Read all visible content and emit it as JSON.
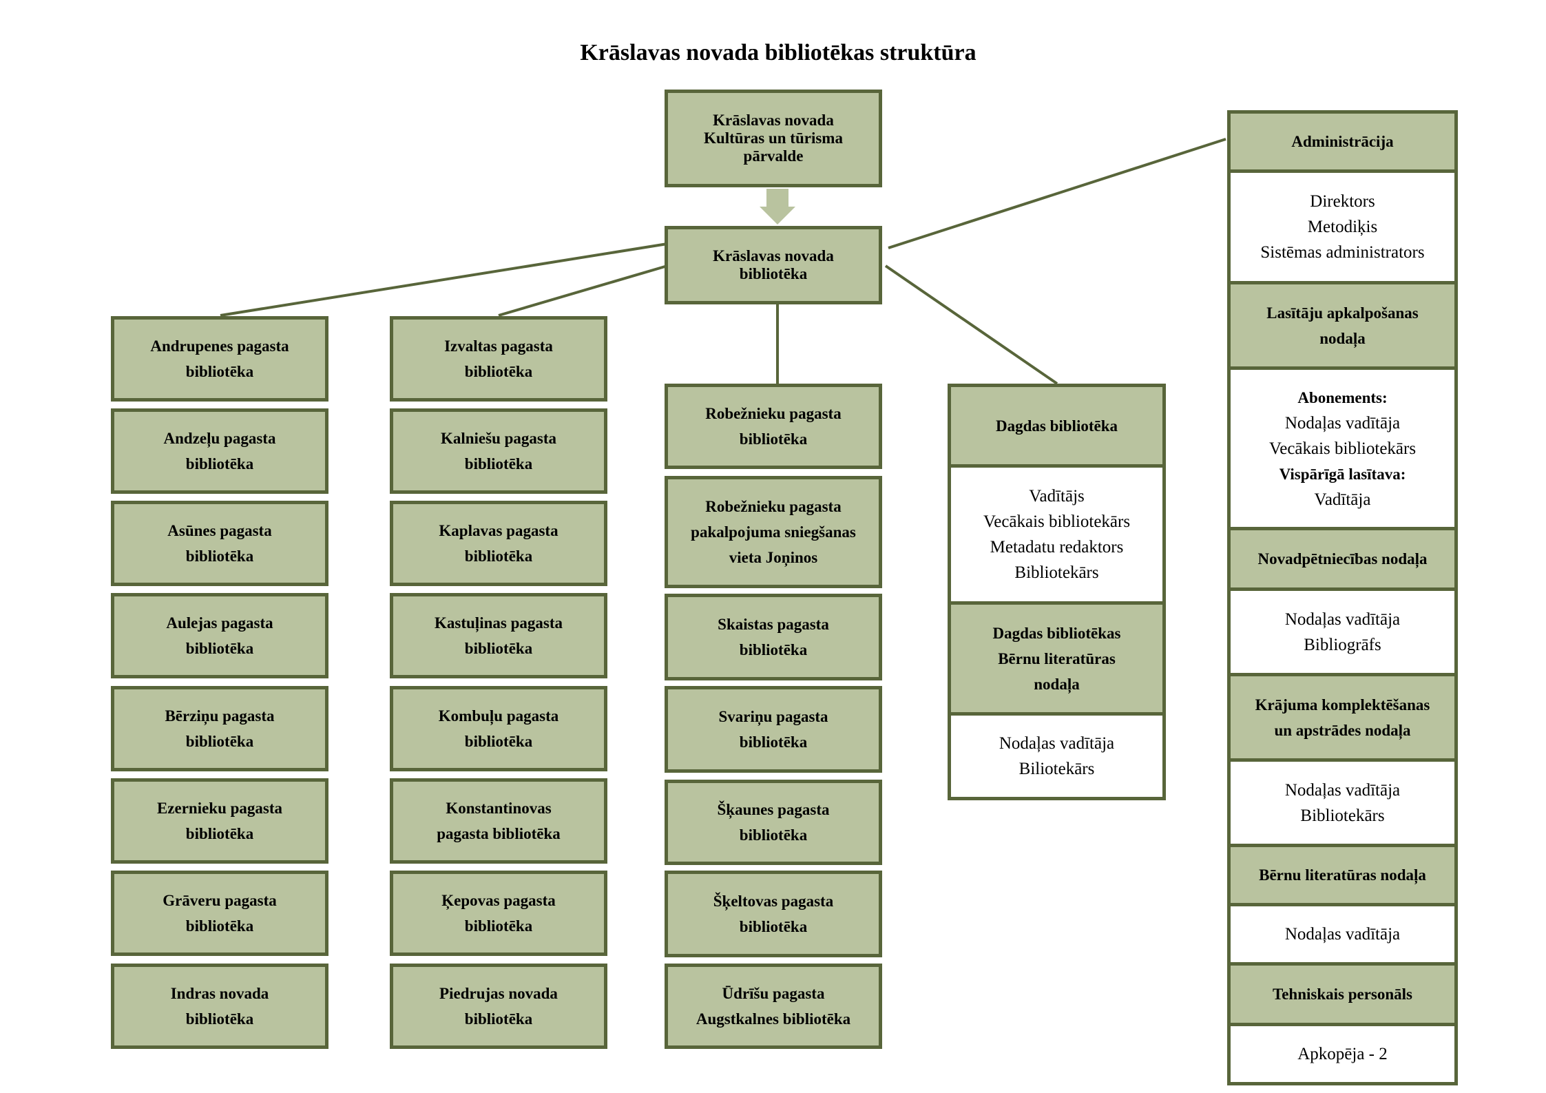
{
  "title": "Krāslavas novada bibliotēkas struktūra",
  "top": {
    "lines": [
      "Krāslavas novada",
      "Kultūras un tūrisma",
      "pārvalde"
    ]
  },
  "main": {
    "lines": [
      "Krāslavas novada",
      "bibliotēka"
    ]
  },
  "col1": [
    [
      "Andrupenes pagasta",
      "bibliotēka"
    ],
    [
      "Andzeļu pagasta",
      "bibliotēka"
    ],
    [
      "Asūnes pagasta",
      "bibliotēka"
    ],
    [
      "Aulejas pagasta",
      "bibliotēka"
    ],
    [
      "Bērziņu pagasta",
      "bibliotēka"
    ],
    [
      "Ezernieku pagasta",
      "bibliotēka"
    ],
    [
      "Grāveru pagasta",
      "bibliotēka"
    ],
    [
      "Indras novada",
      "bibliotēka"
    ]
  ],
  "col2": [
    [
      "Izvaltas pagasta",
      "bibliotēka"
    ],
    [
      "Kalniešu pagasta",
      "bibliotēka"
    ],
    [
      "Kaplavas pagasta",
      "bibliotēka"
    ],
    [
      "Kastuļinas pagasta",
      "bibliotēka"
    ],
    [
      "Kombuļu pagasta",
      "bibliotēka"
    ],
    [
      "Konstantinovas",
      "pagasta bibliotēka"
    ],
    [
      "Ķepovas pagasta",
      "bibliotēka"
    ],
    [
      "Piedrujas novada",
      "bibliotēka"
    ]
  ],
  "col3": [
    [
      "Robežnieku pagasta",
      "bibliotēka"
    ],
    [
      "Robežnieku pagasta",
      "pakalpojuma sniegšanas",
      "vieta Joņinos"
    ],
    [
      "Skaistas pagasta",
      "bibliotēka"
    ],
    [
      "Svariņu pagasta",
      "bibliotēka"
    ],
    [
      "Šķaunes pagasta",
      "bibliotēka"
    ],
    [
      "Šķeltovas pagasta",
      "bibliotēka"
    ],
    [
      "Ūdrīšu pagasta",
      "Augstkalnes bibliotēka"
    ]
  ],
  "dagda": [
    {
      "type": "g",
      "lines": [
        "Dagdas bibliotēka"
      ]
    },
    {
      "type": "w",
      "lines": [
        "Vadītājs",
        "Vecākais bibliotekārs",
        "Metadatu redaktors",
        "Bibliotekārs"
      ]
    },
    {
      "type": "g",
      "lines": [
        "Dagdas bibliotēkas",
        "Bērnu literatūras",
        "nodaļa"
      ]
    },
    {
      "type": "w",
      "lines": [
        "Nodaļas vadītāja",
        "Biliotekārs"
      ]
    }
  ],
  "admin": [
    {
      "type": "g",
      "lines": [
        "Administrācija"
      ]
    },
    {
      "type": "w",
      "lines": [
        "Direktors",
        "Metodiķis",
        "Sistēmas administrators"
      ]
    },
    {
      "type": "g",
      "lines": [
        "Lasītāju apkalpošanas",
        "nodaļa"
      ]
    },
    {
      "type": "w",
      "lines": [
        "Abonements:",
        "Nodaļas vadītāja",
        "Vecākais bibliotekārs",
        "Vispārīgā lasītava:",
        "Vadītāja"
      ],
      "bold": [
        0,
        3
      ]
    },
    {
      "type": "g",
      "lines": [
        "Novadpētniecības nodaļa"
      ]
    },
    {
      "type": "w",
      "lines": [
        "Nodaļas vadītāja",
        "Bibliogrāfs"
      ]
    },
    {
      "type": "g",
      "lines": [
        "Krājuma komplektēšanas",
        "un apstrādes nodaļa"
      ]
    },
    {
      "type": "w",
      "lines": [
        "Nodaļas vadītāja",
        "Bibliotekārs"
      ]
    },
    {
      "type": "g",
      "lines": [
        "Bērnu literatūras nodaļa"
      ]
    },
    {
      "type": "w",
      "lines": [
        "Nodaļas vadītāja"
      ]
    },
    {
      "type": "g",
      "lines": [
        "Tehniskais personāls"
      ]
    },
    {
      "type": "w",
      "lines": [
        "Apkopēja - 2"
      ]
    }
  ],
  "colors": {
    "fill": "#b9c39f",
    "border": "#58653a",
    "arrow": "#b9c39f"
  }
}
